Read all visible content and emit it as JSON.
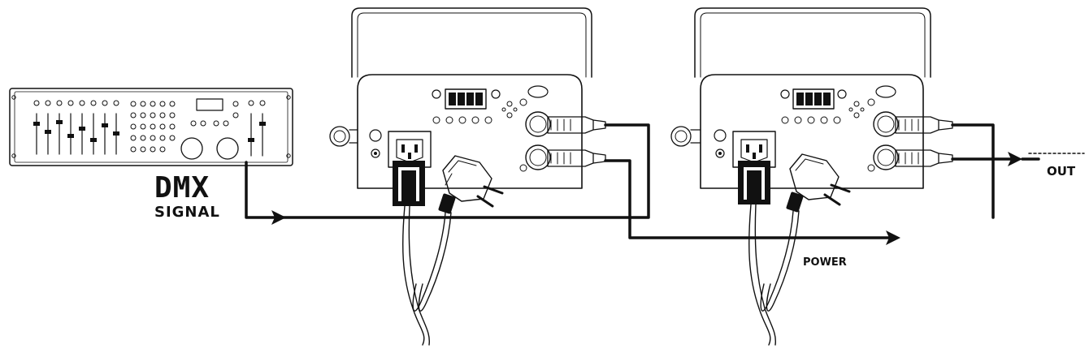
{
  "labels": {
    "dmx": "DMX",
    "signal": "SIGNAL",
    "power": "POWER",
    "out": "OUT"
  },
  "colors": {
    "line": "#111111",
    "background": "#ffffff"
  }
}
